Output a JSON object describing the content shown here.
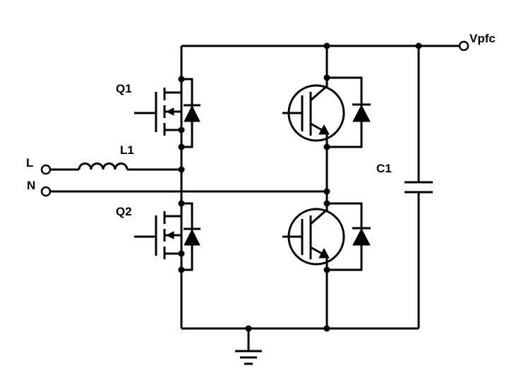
{
  "labels": {
    "q1": "Q1",
    "q2": "Q2",
    "l1": "L1",
    "c1": "C1",
    "line": "L",
    "neutral": "N",
    "vpfc": "Vpfc"
  }
}
